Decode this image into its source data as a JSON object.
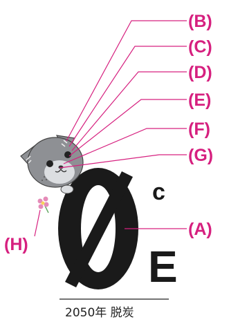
{
  "colors": {
    "accent": "#d6207f",
    "logo": "#1a1a1a",
    "cat_fur": "#8e9094",
    "cat_light": "#cfd1d4",
    "flower": "#e58bb8"
  },
  "logo": {
    "zero": "0",
    "superscript": "c",
    "letter": "E"
  },
  "tagline": "2050年 脱炭",
  "callouts": [
    {
      "key": "B",
      "label": "(B)"
    },
    {
      "key": "C",
      "label": "(C)"
    },
    {
      "key": "D",
      "label": "(D)"
    },
    {
      "key": "E",
      "label": "(E)"
    },
    {
      "key": "F",
      "label": "(F)"
    },
    {
      "key": "G",
      "label": "(G)"
    },
    {
      "key": "A",
      "label": "(A)"
    },
    {
      "key": "H",
      "label": "(H)"
    }
  ],
  "mascot": {
    "description_icon": "cat-mascot-icon",
    "flower_icon": "flower-icon"
  }
}
